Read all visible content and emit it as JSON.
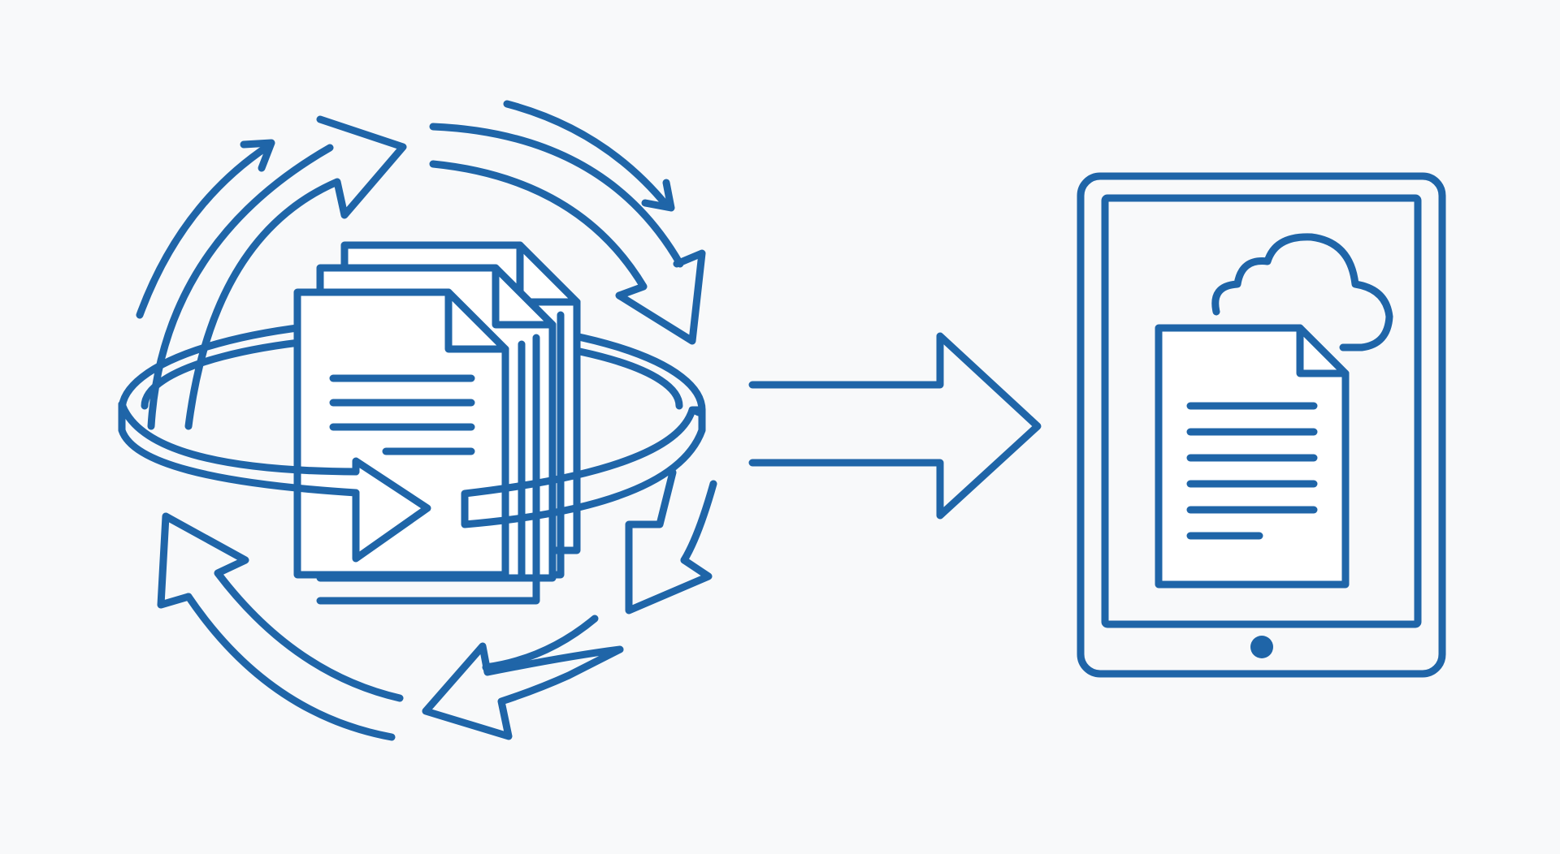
{
  "diagram": {
    "type": "icon-flow",
    "colors": {
      "stroke": "#1f65a8",
      "paper": "#ffffff",
      "background": "#f8f9fa"
    },
    "nodes": [
      {
        "id": "source",
        "icon": "rotating-document-stack-icon"
      },
      {
        "id": "target",
        "icon": "tablet-cloud-document-icon"
      }
    ],
    "edges": [
      {
        "from": "source",
        "to": "target",
        "icon": "right-arrow-icon"
      }
    ]
  }
}
